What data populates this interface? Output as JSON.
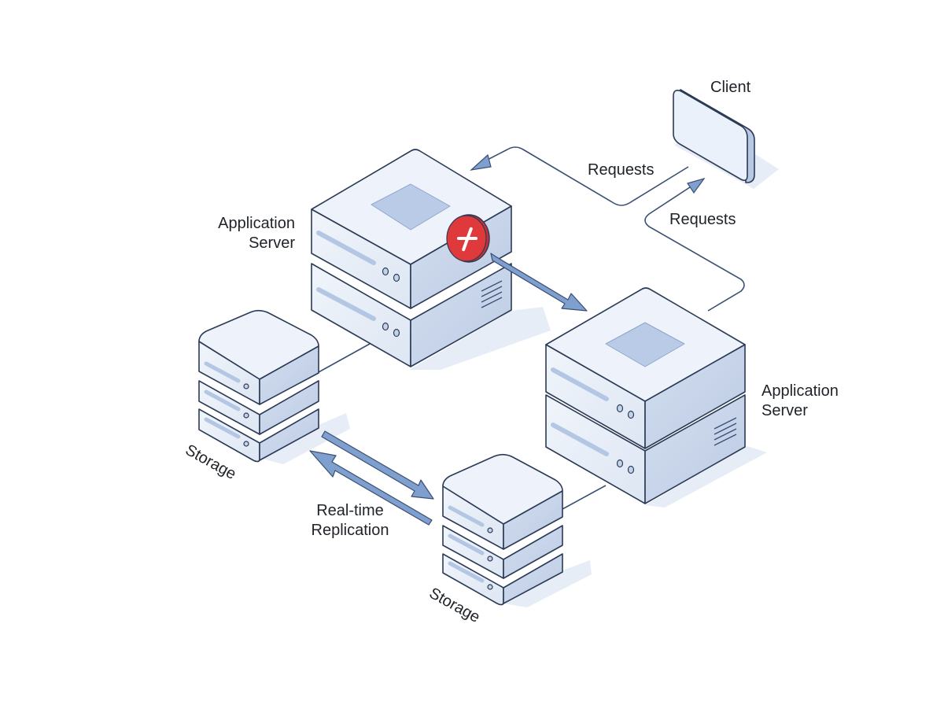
{
  "diagram": {
    "title": "",
    "colors": {
      "outline": "#2b3a55",
      "face_top": "#eef3fb",
      "face_front": "#e4ebf6",
      "face_side": "#c9d6ea",
      "accent_blue": "#7f9fcf",
      "panel_blue": "#b9cbe6",
      "shadow": "#e6ecf5",
      "error_red": "#e0393b",
      "line": "#3b4f73"
    },
    "nodes": [
      {
        "id": "client",
        "type": "client-device",
        "label": "Client"
      },
      {
        "id": "app1",
        "type": "application-server",
        "label_line1": "Application",
        "label_line2": "Server",
        "status": "failed",
        "status_icon": "error-x-icon"
      },
      {
        "id": "app2",
        "type": "application-server",
        "label_line1": "Application",
        "label_line2": "Server",
        "status": "active"
      },
      {
        "id": "storage1",
        "type": "storage",
        "label": "Storage",
        "units": 3
      },
      {
        "id": "storage2",
        "type": "storage",
        "label": "Storage",
        "units": 3
      }
    ],
    "edges": [
      {
        "from": "client",
        "to": "app1",
        "label": "Requests",
        "style": "thin-arrow"
      },
      {
        "from": "app2",
        "to": "client",
        "label": "Requests",
        "style": "thin-arrow"
      },
      {
        "from": "app1",
        "to": "app2",
        "label": "",
        "style": "failover-arrow"
      },
      {
        "from": "app1",
        "to": "storage1",
        "label": "",
        "style": "connector"
      },
      {
        "from": "app2",
        "to": "storage2",
        "label": "",
        "style": "connector"
      },
      {
        "from": "storage1",
        "to": "storage2",
        "label_line1": "Real-time",
        "label_line2": "Replication",
        "style": "bidirectional-arrow"
      }
    ]
  }
}
